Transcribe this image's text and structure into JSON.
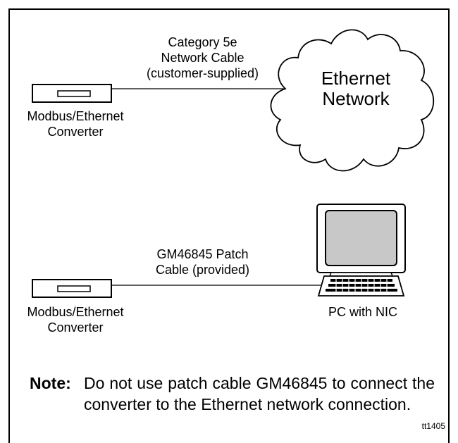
{
  "top": {
    "cable_label": [
      "Category 5e",
      "Network Cable",
      "(customer-supplied)"
    ],
    "converter_label": [
      "Modbus/Ethernet",
      "Converter"
    ],
    "network_label": [
      "Ethernet",
      "Network"
    ]
  },
  "bottom": {
    "cable_label": [
      "GM46845 Patch",
      "Cable (provided)"
    ],
    "converter_label": [
      "Modbus/Ethernet",
      "Converter"
    ],
    "pc_label": "PC with NIC"
  },
  "note": {
    "label": "Note:",
    "text": "Do not use patch cable GM46845 to connect the converter to the Ethernet network connection."
  },
  "figure_id": "tt1405"
}
